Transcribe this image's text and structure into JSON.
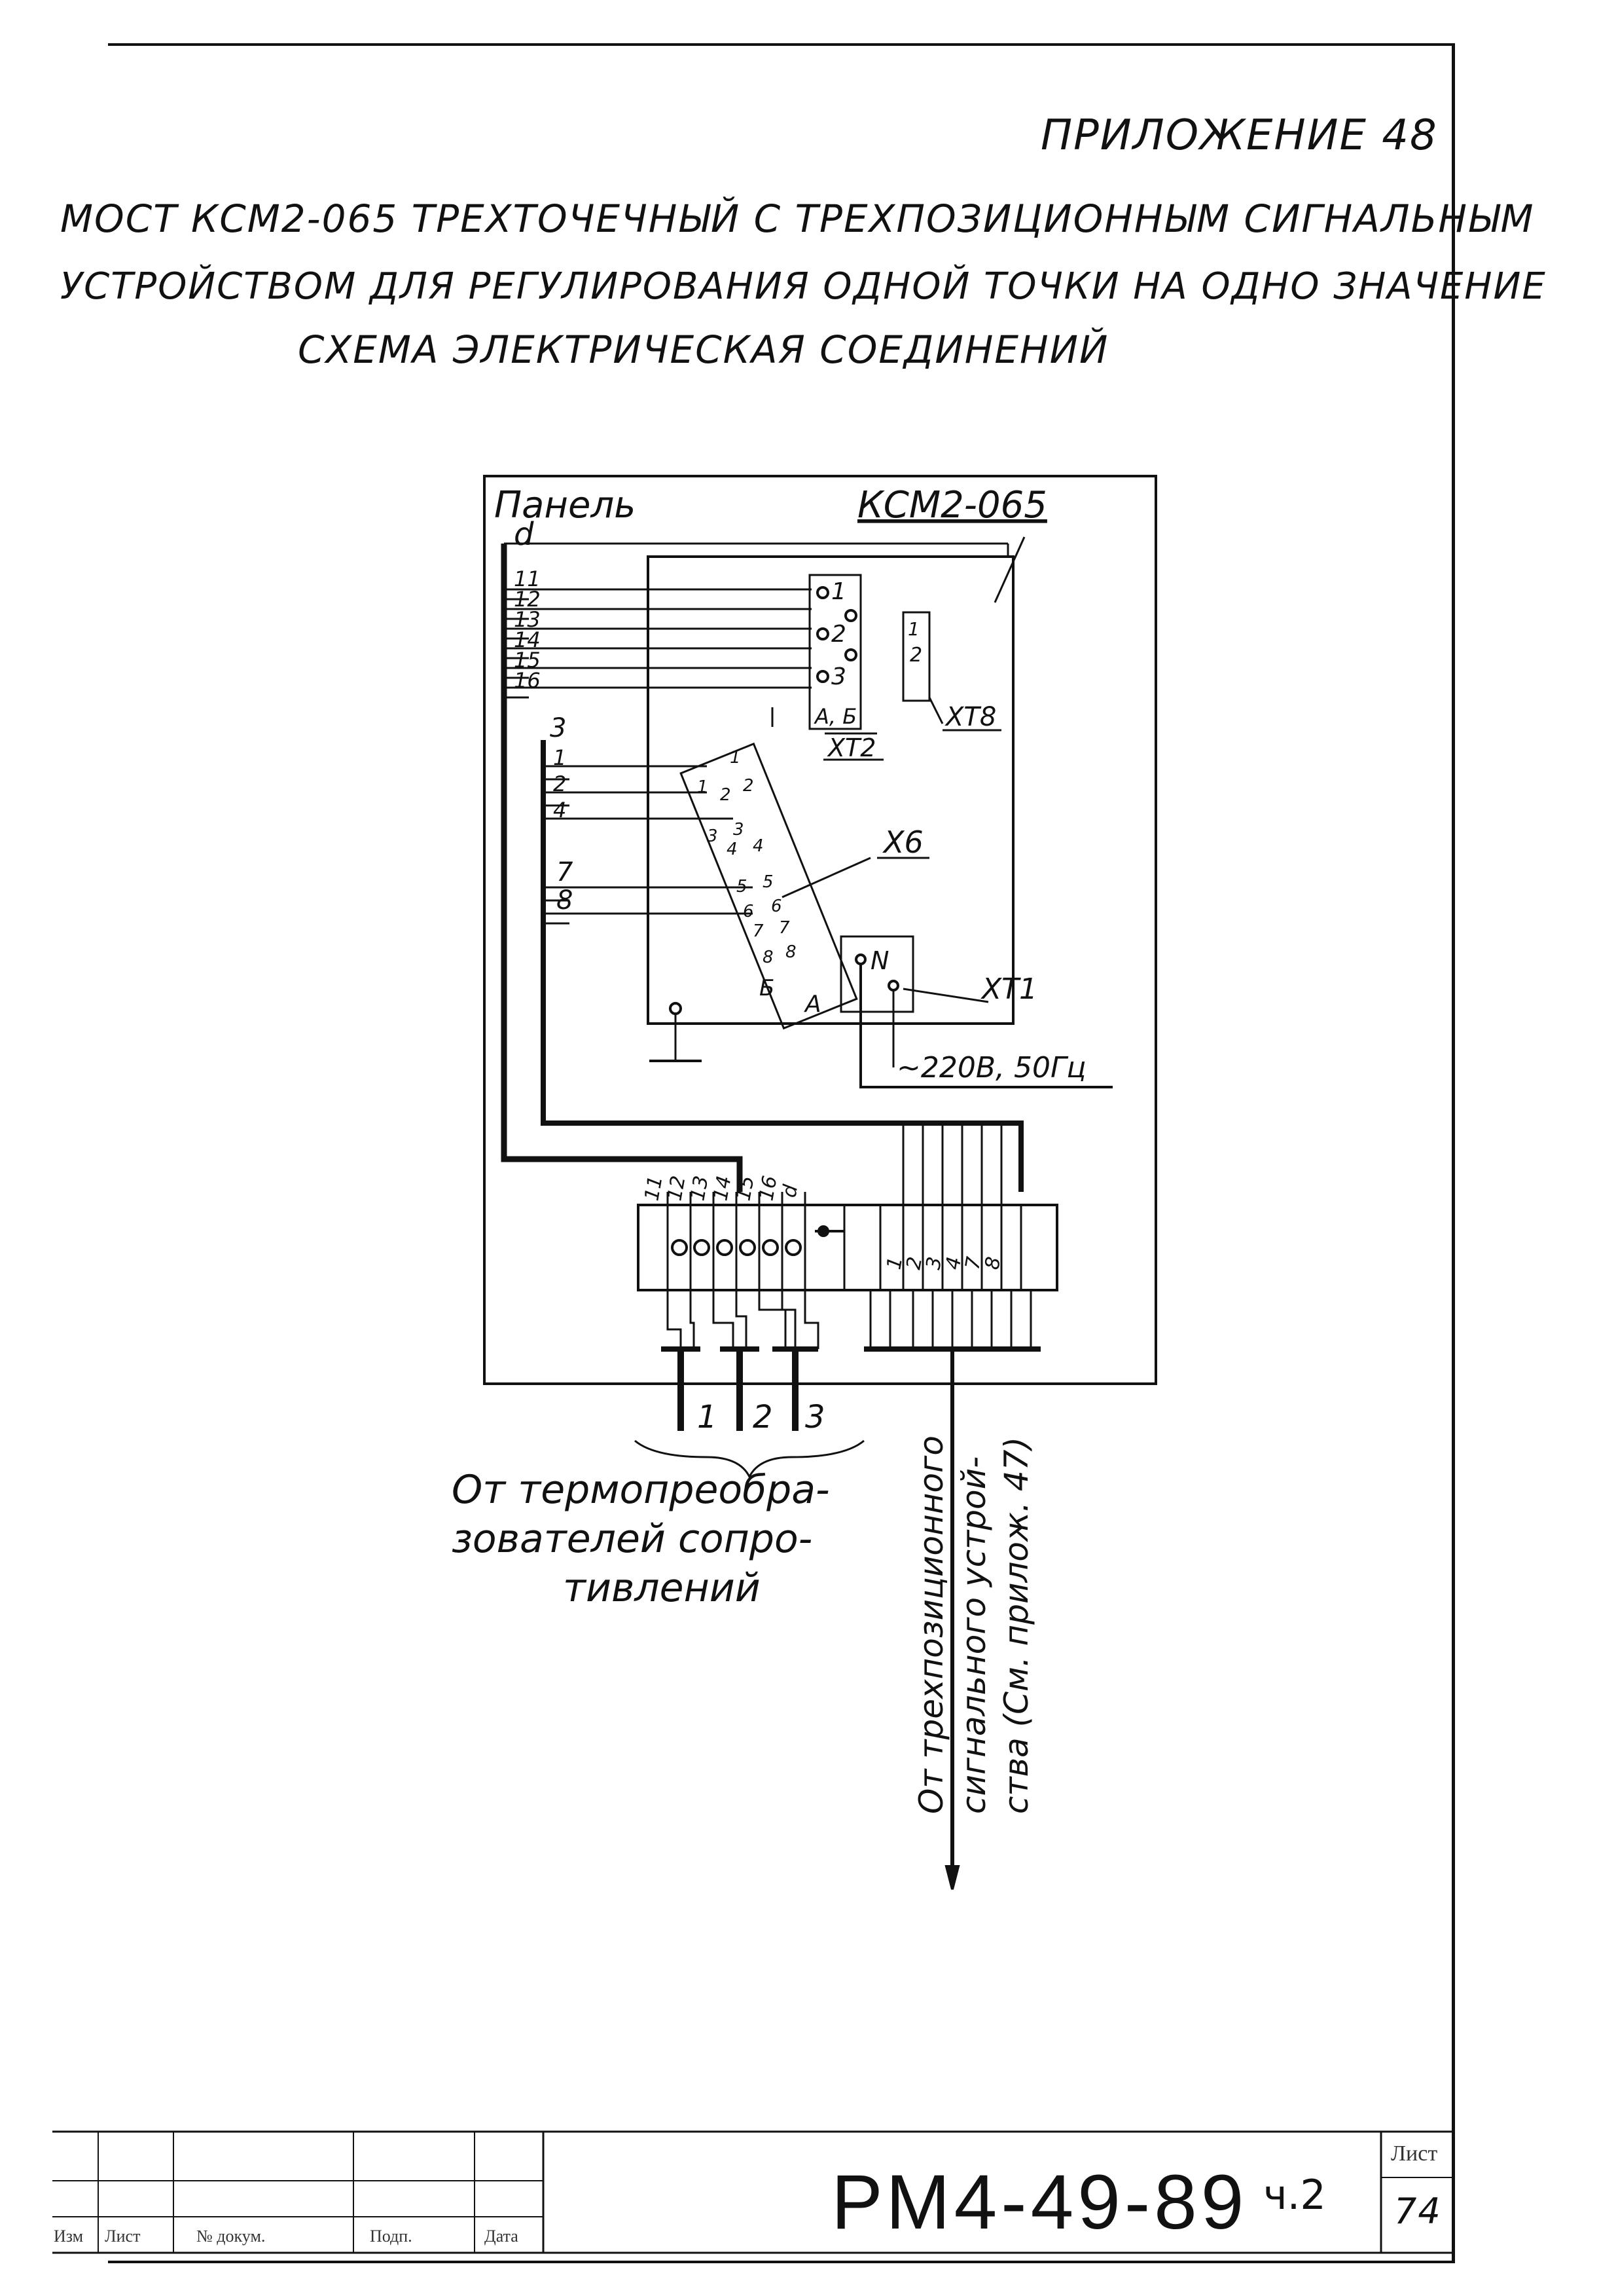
{
  "header": {
    "appendix": "ПРИЛОЖЕНИЕ 48",
    "title_line1": "МОСТ КСМ2-065 ТРЕХТОЧЕЧНЫЙ С ТРЕХПОЗИЦИОННЫМ СИГНАЛЬНЫМ",
    "title_line2": "УСТРОЙСТВОМ ДЛЯ РЕГУЛИРОВАНИЯ ОДНОЙ ТОЧКИ НА ОДНО ЗНАЧЕНИЕ",
    "title_line3": "СХЕМА ЭЛЕКТРИЧЕСКАЯ СОЕДИНЕНИЙ"
  },
  "diagram": {
    "panel_label": "Панель",
    "panel_d": "d",
    "device_label": "КСМ2-065",
    "bus_d_terminals": [
      "11",
      "12",
      "13",
      "14",
      "15",
      "16"
    ],
    "bus_3_label": "3",
    "bus_3_terminals": [
      "1",
      "2",
      "4",
      "7",
      "8"
    ],
    "xt2": {
      "label": "ХТ2",
      "pins": [
        "1",
        "2",
        "3"
      ],
      "bottom": "А, Б"
    },
    "xt8": {
      "label": "ХТ8",
      "pins": [
        "1",
        "2"
      ]
    },
    "x6": {
      "label": "Х6",
      "bottom_a": "А",
      "bottom_b": "Б",
      "pins": [
        "1",
        "1",
        "2",
        "2",
        "3",
        "3",
        "4",
        "4",
        "5",
        "5",
        "6",
        "6",
        "7",
        "7",
        "8",
        "8"
      ]
    },
    "xt1": {
      "label": "ХТ1",
      "pin": "N"
    },
    "power": "~220В, 50Гц",
    "strip_left": [
      "11",
      "12",
      "13",
      "14",
      "15",
      "16",
      "d"
    ],
    "strip_right": [
      "1",
      "2",
      "3",
      "4",
      "7",
      "8"
    ],
    "cables": [
      "1",
      "2",
      "3"
    ],
    "note_left_1": "От термопреобра-",
    "note_left_2": "зователей сопро-",
    "note_left_3": "тивлений",
    "note_right_1": "От трехпозиционного",
    "note_right_2": "сигнального устрой-",
    "note_right_3": "ства (См. прилож. 47)"
  },
  "stamp": {
    "cols": [
      "Изм",
      "Лист",
      "№ докум.",
      "Подп.",
      "Дата"
    ],
    "code": "РМ4-49-89",
    "part": "ч.2",
    "sheet_label": "Лист",
    "sheet_no": "74"
  }
}
